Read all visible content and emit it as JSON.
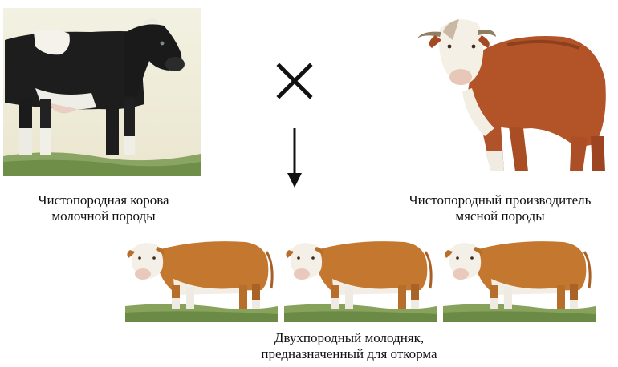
{
  "parents": {
    "dairy_cow_caption": [
      "Чистопородная корова",
      "молочной породы"
    ],
    "meat_bull_caption": [
      "Чистопородный производитель",
      "мясной породы"
    ]
  },
  "offspring": {
    "caption": [
      "Двухпородный молодняк,",
      "предназначенный для откорма"
    ],
    "count": 3
  },
  "symbols": {
    "cross": "cross-icon",
    "arrow": "arrow-down-icon"
  },
  "colors": {
    "dairy_black": "#1c1c1c",
    "hereford_red": "#b5552a",
    "offspring_brown": "#c2762f",
    "grass": "#7e9e55"
  }
}
